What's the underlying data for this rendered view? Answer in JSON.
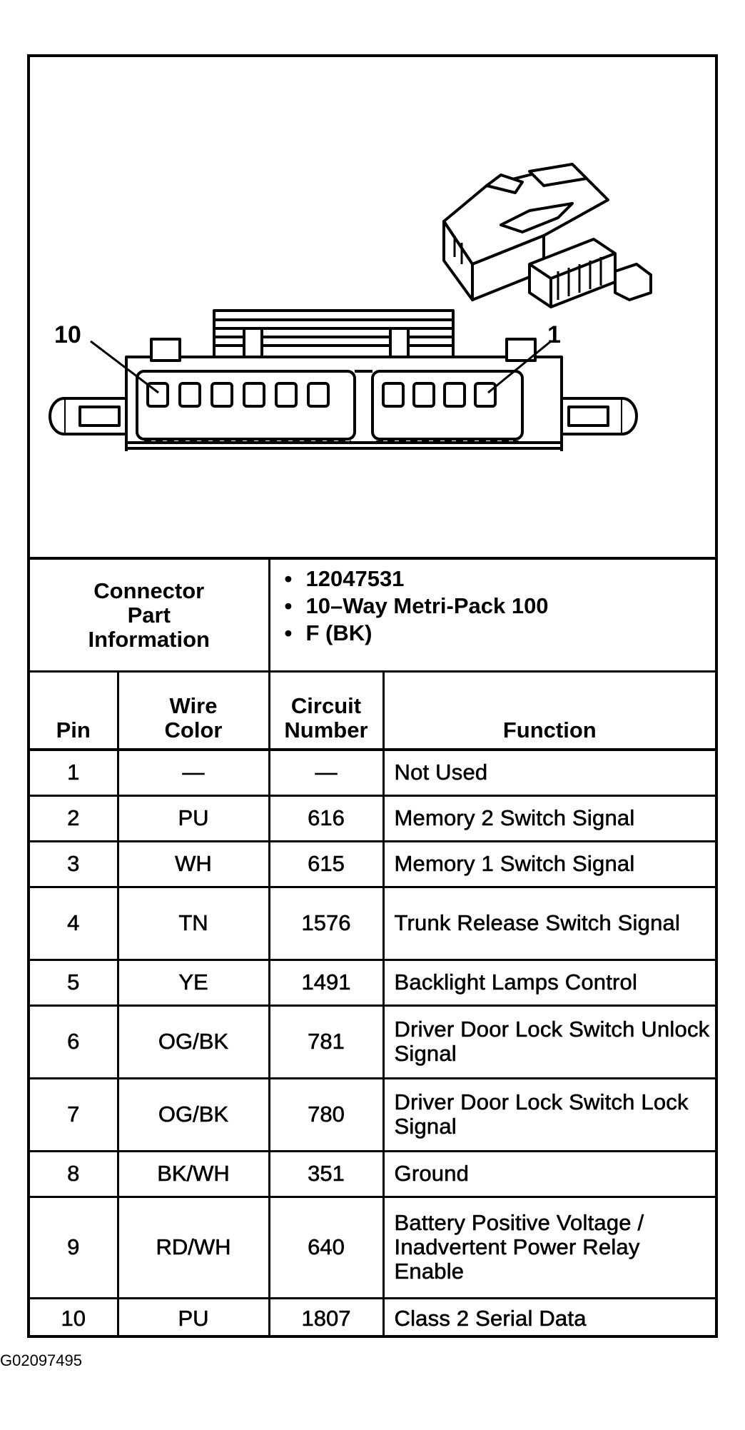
{
  "diagram": {
    "pin_label_left": "10",
    "pin_label_right": "1"
  },
  "connector": {
    "label": "Connector Part Information",
    "details": [
      "12047531",
      "10–Way Metri-Pack 100",
      "F (BK)"
    ]
  },
  "table": {
    "headers": [
      "Pin",
      "Wire Color",
      "Circuit Number",
      "Function"
    ],
    "rows": [
      {
        "pin": "1",
        "color": "—",
        "circuit": "—",
        "function": "Not Used"
      },
      {
        "pin": "2",
        "color": "PU",
        "circuit": "616",
        "function": "Memory 2 Switch Signal"
      },
      {
        "pin": "3",
        "color": "WH",
        "circuit": "615",
        "function": "Memory 1 Switch Signal"
      },
      {
        "pin": "4",
        "color": "TN",
        "circuit": "1576",
        "function": "Trunk Release Switch Signal"
      },
      {
        "pin": "5",
        "color": "YE",
        "circuit": "1491",
        "function": "Backlight Lamps Control"
      },
      {
        "pin": "6",
        "color": "OG/BK",
        "circuit": "781",
        "function": "Driver Door Lock Switch Unlock Signal"
      },
      {
        "pin": "7",
        "color": "OG/BK",
        "circuit": "780",
        "function": "Driver Door Lock Switch Lock Signal"
      },
      {
        "pin": "8",
        "color": "BK/WH",
        "circuit": "351",
        "function": "Ground"
      },
      {
        "pin": "9",
        "color": "RD/WH",
        "circuit": "640",
        "function": "Battery Positive Voltage / Inadvertent Power Relay Enable"
      },
      {
        "pin": "10",
        "color": "PU",
        "circuit": "1807",
        "function": "Class 2 Serial Data"
      }
    ]
  },
  "caption": "G02097495"
}
